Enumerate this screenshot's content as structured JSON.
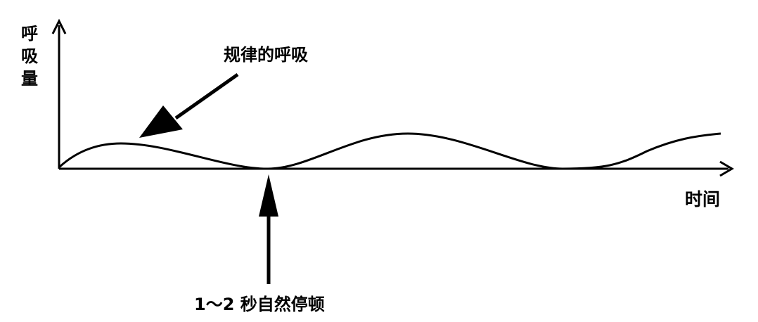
{
  "axes": {
    "y_label_chars": [
      "呼",
      "吸",
      "量"
    ],
    "x_label": "时间"
  },
  "annotations": {
    "regular_breathing": "规律的呼吸",
    "pause": "1～2 秒自然停顿"
  },
  "colors": {
    "ink": "#000000",
    "background": "#ffffff"
  }
}
